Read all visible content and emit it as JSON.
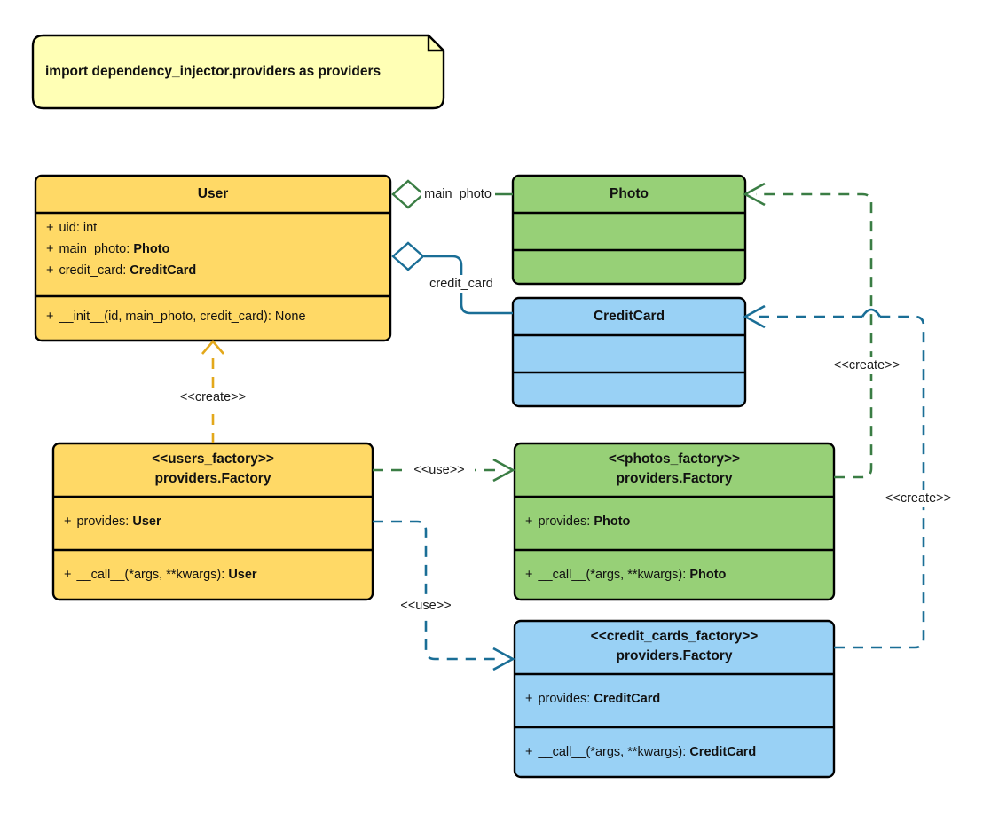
{
  "diagram": {
    "title": "Dependency Injector Factory providers UML class diagram",
    "background": "#ffffff"
  },
  "note": {
    "name": "import-note",
    "text": "import dependency_injector.providers as providers",
    "fill": "#ffffb5",
    "stroke": "#000000"
  },
  "colors": {
    "yellow_fill": "#ffd966",
    "green_fill": "#97d077",
    "blue_fill": "#99d1f5",
    "green_edge": "#3a7d44",
    "blue_edge": "#1a6e96",
    "orange_edge": "#e3a81b",
    "outline": "#000000",
    "text": "#111111"
  },
  "classes": [
    {
      "id": "user",
      "name": "User",
      "stereotype": "",
      "title": "User",
      "fill": "#ffd966",
      "attributes": [
        {
          "visibility": "+",
          "label": "uid: ",
          "type": "int",
          "type_bold": false
        },
        {
          "visibility": "+",
          "label": "main_photo: ",
          "type": "Photo",
          "type_bold": true
        },
        {
          "visibility": "+",
          "label": "credit_card: ",
          "type": "CreditCard",
          "type_bold": true
        }
      ],
      "methods": [
        {
          "visibility": "+",
          "label": "__init__(id, main_photo, credit_card): ",
          "type": "None",
          "type_bold": false
        }
      ]
    },
    {
      "id": "photo",
      "name": "Photo",
      "title": "Photo",
      "fill": "#97d077",
      "attributes": [],
      "methods": []
    },
    {
      "id": "credit_card",
      "name": "CreditCard",
      "title": "CreditCard",
      "fill": "#99d1f5",
      "attributes": [],
      "methods": []
    },
    {
      "id": "users_factory",
      "name": "users_factory",
      "stereotype": "<<users_factory>>",
      "title": "providers.Factory",
      "fill": "#ffd966",
      "attributes": [
        {
          "visibility": "+",
          "label": "provides: ",
          "type": "User",
          "type_bold": true
        }
      ],
      "methods": [
        {
          "visibility": "+",
          "label": "__call__(*args, **kwargs): ",
          "type": "User",
          "type_bold": true
        }
      ]
    },
    {
      "id": "photos_factory",
      "name": "photos_factory",
      "stereotype": "<<photos_factory>>",
      "title": "providers.Factory",
      "fill": "#97d077",
      "attributes": [
        {
          "visibility": "+",
          "label": "provides: ",
          "type": "Photo",
          "type_bold": true
        }
      ],
      "methods": [
        {
          "visibility": "+",
          "label": "__call__(*args, **kwargs): ",
          "type": "Photo",
          "type_bold": true
        }
      ]
    },
    {
      "id": "credit_cards_factory",
      "name": "credit_cards_factory",
      "stereotype": "<<credit_cards_factory>>",
      "title": "providers.Factory",
      "fill": "#99d1f5",
      "attributes": [
        {
          "visibility": "+",
          "label": "provides: ",
          "type": "CreditCard",
          "type_bold": true
        }
      ],
      "methods": [
        {
          "visibility": "+",
          "label": "__call__(*args, **kwargs): ",
          "type": "CreditCard",
          "type_bold": true
        }
      ]
    }
  ],
  "edges": [
    {
      "id": "user-main-photo",
      "label": "main_photo",
      "from": "user",
      "to": "photo",
      "kind": "aggregation",
      "color": "#3a7d44"
    },
    {
      "id": "user-credit-card",
      "label": "credit_card",
      "from": "user",
      "to": "credit_card",
      "kind": "aggregation",
      "color": "#1a6e96"
    },
    {
      "id": "users-factory-create-user",
      "label": "<<create>>",
      "from": "users_factory",
      "to": "user",
      "kind": "dependency",
      "color": "#e3a81b"
    },
    {
      "id": "users-factory-use-photos-factory",
      "label": "<<use>>",
      "from": "users_factory",
      "to": "photos_factory",
      "kind": "dependency",
      "color": "#3a7d44"
    },
    {
      "id": "users-factory-use-credit-cards-factory",
      "label": "<<use>>",
      "from": "users_factory",
      "to": "credit_cards_factory",
      "kind": "dependency",
      "color": "#1a6e96"
    },
    {
      "id": "photos-factory-create-photo",
      "label": "<<create>>",
      "from": "photos_factory",
      "to": "photo",
      "kind": "dependency",
      "color": "#3a7d44"
    },
    {
      "id": "credit-cards-factory-create-credit-card",
      "label": "<<create>>",
      "from": "credit_cards_factory",
      "to": "credit_card",
      "kind": "dependency",
      "color": "#1a6e96"
    }
  ]
}
